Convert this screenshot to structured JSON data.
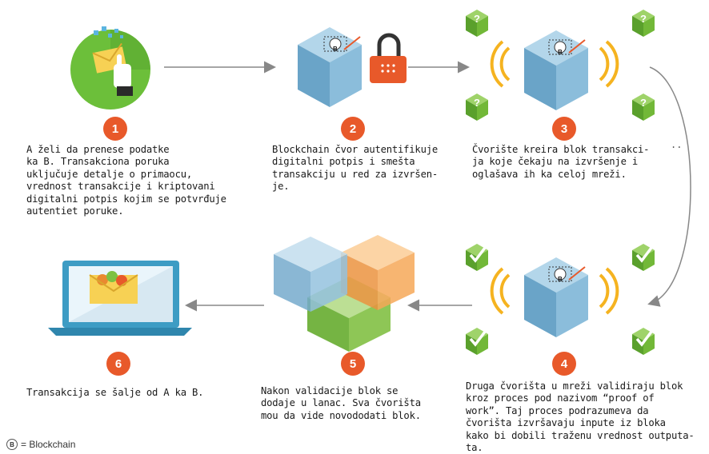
{
  "steps": [
    {
      "number": "1",
      "text": "A želi da prenese podatke\nka B. Transakciona poruka\nuključuje detalje o primaocu,\nvrednost transakcije i kriptovani\ndigitalni potpis kojim se potvrđuje\nautentiet poruke."
    },
    {
      "number": "2",
      "text": "Blockchain čvor autentifikuje\ndigitalni potpis i smešta\ntransakciju u red za izvršen-\nje."
    },
    {
      "number": "3",
      "text": "Čvorište kreira blok transakci-\nja koje čekaju na izvršenje i\noglašava ih ka celoj mreži."
    },
    {
      "number": "4",
      "text": "Druga čvorišta u mreži validiraju blok\nkroz proces pod nazivom “proof of\nwork”. Taj proces podrazumeva da\nčvorišta izvršavaju inpute iz bloka\nkako bi dobili traženu vrednost outputa-\nta."
    },
    {
      "number": "5",
      "text": "Nakon validacije blok se\ndodaje u lanac. Sva čvorišta\nmou da vide novododati blok."
    },
    {
      "number": "6",
      "text": "Transakcija se šalje od A ka B."
    }
  ],
  "cube_mark": "B",
  "ellipsis": "..",
  "legend": {
    "symbol": "B",
    "text": "= Blockchain"
  },
  "colors": {
    "badge": "#e8592a",
    "cube_blue": "#7fb5d5",
    "cube_orange": "#f5a04a",
    "cube_green": "#7dc142",
    "question_box": "#72b838",
    "check_box": "#72b838",
    "signal": "#f5b320",
    "lock": "#e8592a",
    "laptop": "#3d9cc4",
    "arrow": "#888888"
  }
}
